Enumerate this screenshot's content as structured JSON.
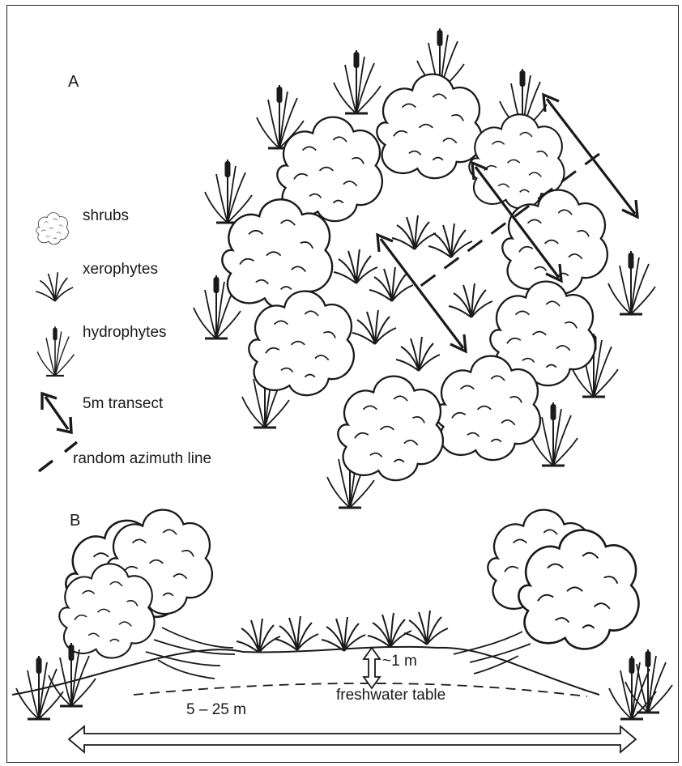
{
  "panels": {
    "a_label": "A",
    "b_label": "B"
  },
  "legend": {
    "shrubs": "shrubs",
    "xerophytes": "xerophytes",
    "hydrophytes": "hydrophytes",
    "transect": "5m transect",
    "azimuth": "random azimuth line"
  },
  "cross_section": {
    "depth": "~1 m",
    "water_table": "freshwater table",
    "width": "5 – 25 m"
  },
  "colors": {
    "ink": "#1a1a1a",
    "background": "#ffffff"
  }
}
